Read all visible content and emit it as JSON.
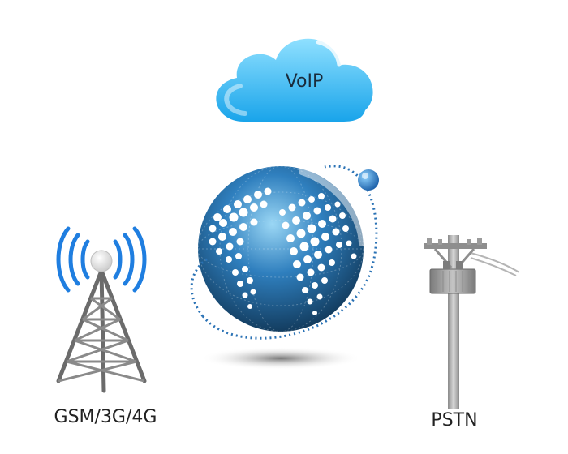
{
  "labels": {
    "cloud": "VoIP",
    "tower": "GSM/3G/4G",
    "pole": "PSTN"
  },
  "colors": {
    "cloud_light": "#8fe0ff",
    "cloud_dark": "#1aa7ec",
    "globe_light": "#7fc7ee",
    "globe_dark": "#0d2d4a",
    "orbit": "#2a72b5",
    "signal": "#1f7ee0",
    "tower": "#666666",
    "pole": "#9a9a9a"
  },
  "icons": {
    "cloud": "cloud-icon",
    "globe": "globe-icon",
    "tower": "cell-tower-icon",
    "pole": "utility-pole-icon"
  }
}
